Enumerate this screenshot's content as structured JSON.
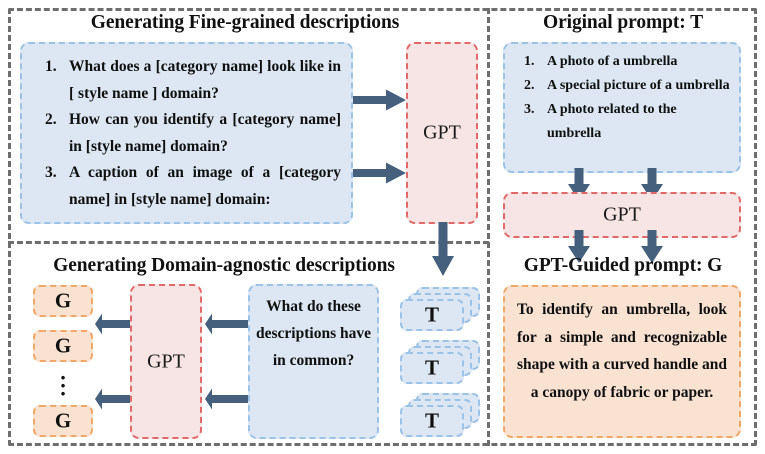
{
  "figure": {
    "colors": {
      "frame": "#6e6e6e",
      "blue_fill": "#dce7f3",
      "blue_border": "#9cc2e5",
      "pink_fill": "#f6e5e4",
      "pink_border": "#e06a6a",
      "orange_fill": "#fae2d2",
      "orange_border": "#f0a868",
      "arrow": "#44607d",
      "text": "#101010"
    }
  },
  "panels": {
    "top_left": {
      "title": "Generating Fine-grained descriptions",
      "prompts": [
        "What does a [category name] look like in [ style name ] domain?",
        "How can you identify a [category name] in [style name] domain?",
        "A caption of an image of a [category name] in [style name] domain:"
      ],
      "model_label": "GPT"
    },
    "top_right": {
      "title": "Original prompt: T",
      "prompts": [
        "A photo of a umbrella",
        "A special picture of a umbrella",
        "A photo related to the umbrella"
      ],
      "model_label": "GPT"
    },
    "bottom_left": {
      "title": "Generating Domain-agnostic descriptions",
      "question": "What do these descriptions have in common?",
      "model_label": "GPT",
      "output_tokens": [
        "G",
        "G",
        "G"
      ],
      "ellipsis": "⋮",
      "input_tokens": [
        "T",
        "T",
        "T"
      ]
    },
    "bottom_right": {
      "title": "GPT-Guided prompt: G",
      "text": "To identify an umbrella, look for a simple and recognizable shape with a curved handle and a canopy of fabric or paper."
    }
  }
}
